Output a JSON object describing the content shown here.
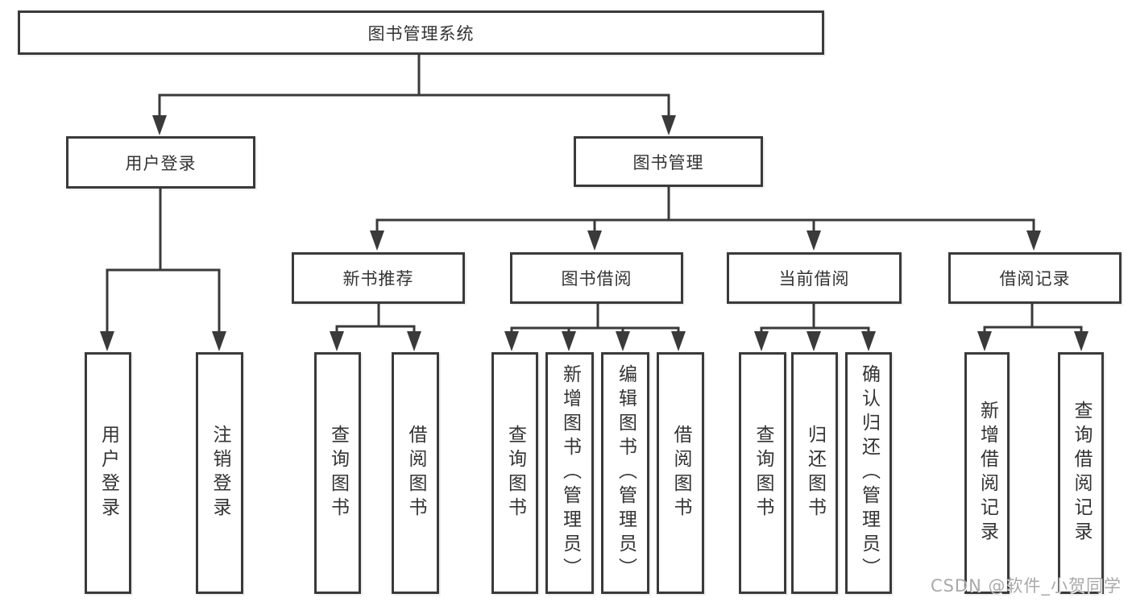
{
  "diagram": {
    "title": "图书管理系统",
    "colors": {
      "line": "#3a3a3a",
      "text": "#333333",
      "background": "#ffffff",
      "watermark": "#a9a9a9"
    },
    "nodes": {
      "root": "图书管理系统",
      "level2": [
        "用户登录",
        "图书管理"
      ],
      "level3": [
        "新书推荐",
        "图书借阅",
        "当前借阅",
        "借阅记录"
      ],
      "leaves_user_login": [
        "用户登录",
        "注销登录"
      ],
      "leaves_new_books": [
        "查询图书",
        "借阅图书"
      ],
      "leaves_book_borrow": [
        "查询图书",
        "新增图书（管理员）",
        "编辑图书（管理员）",
        "借阅图书"
      ],
      "leaves_current_borrow": [
        "查询图书",
        "归还图书",
        "确认归还（管理员）"
      ],
      "leaves_borrow_records": [
        "新增借阅记录",
        "查询借阅记录"
      ]
    },
    "watermark": "CSDN @软件_小贺同学"
  }
}
